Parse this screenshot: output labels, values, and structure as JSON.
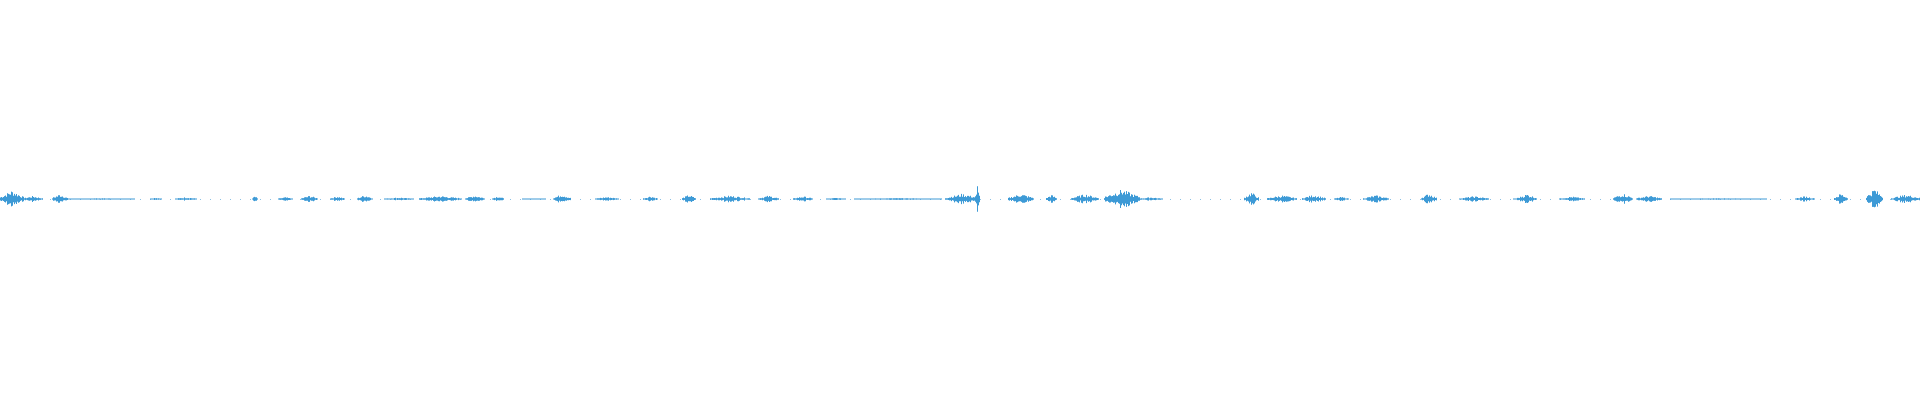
{
  "waveform": {
    "color": "#3d9ad6",
    "background": "#ffffff",
    "bursts": [
      {
        "start": 0.0,
        "end": 0.012,
        "level": 0.28
      },
      {
        "start": 0.012,
        "end": 0.022,
        "level": 0.1
      },
      {
        "start": 0.027,
        "end": 0.035,
        "level": 0.16
      },
      {
        "start": 0.035,
        "end": 0.07,
        "level": 0.025
      },
      {
        "start": 0.078,
        "end": 0.084,
        "level": 0.05
      },
      {
        "start": 0.091,
        "end": 0.102,
        "level": 0.06
      },
      {
        "start": 0.131,
        "end": 0.134,
        "level": 0.1
      },
      {
        "start": 0.145,
        "end": 0.152,
        "level": 0.06
      },
      {
        "start": 0.157,
        "end": 0.165,
        "level": 0.11
      },
      {
        "start": 0.172,
        "end": 0.179,
        "level": 0.09
      },
      {
        "start": 0.186,
        "end": 0.194,
        "level": 0.13
      },
      {
        "start": 0.2,
        "end": 0.215,
        "level": 0.05
      },
      {
        "start": 0.218,
        "end": 0.24,
        "level": 0.1
      },
      {
        "start": 0.242,
        "end": 0.252,
        "level": 0.12
      },
      {
        "start": 0.256,
        "end": 0.262,
        "level": 0.1
      },
      {
        "start": 0.272,
        "end": 0.284,
        "level": 0.02
      },
      {
        "start": 0.288,
        "end": 0.297,
        "level": 0.16
      },
      {
        "start": 0.31,
        "end": 0.322,
        "level": 0.07
      },
      {
        "start": 0.335,
        "end": 0.342,
        "level": 0.1
      },
      {
        "start": 0.355,
        "end": 0.362,
        "level": 0.14
      },
      {
        "start": 0.37,
        "end": 0.39,
        "level": 0.11
      },
      {
        "start": 0.395,
        "end": 0.405,
        "level": 0.11
      },
      {
        "start": 0.413,
        "end": 0.423,
        "level": 0.09
      },
      {
        "start": 0.43,
        "end": 0.44,
        "level": 0.04
      },
      {
        "start": 0.445,
        "end": 0.49,
        "level": 0.03
      },
      {
        "start": 0.492,
        "end": 0.51,
        "level": 0.17
      },
      {
        "start": 0.508,
        "end": 0.51,
        "level": 0.42
      },
      {
        "start": 0.525,
        "end": 0.538,
        "level": 0.17
      },
      {
        "start": 0.545,
        "end": 0.55,
        "level": 0.14
      },
      {
        "start": 0.558,
        "end": 0.572,
        "level": 0.16
      },
      {
        "start": 0.575,
        "end": 0.593,
        "level": 0.31
      },
      {
        "start": 0.593,
        "end": 0.605,
        "level": 0.06
      },
      {
        "start": 0.648,
        "end": 0.655,
        "level": 0.22
      },
      {
        "start": 0.66,
        "end": 0.675,
        "level": 0.12
      },
      {
        "start": 0.678,
        "end": 0.69,
        "level": 0.14
      },
      {
        "start": 0.695,
        "end": 0.702,
        "level": 0.07
      },
      {
        "start": 0.71,
        "end": 0.723,
        "level": 0.12
      },
      {
        "start": 0.74,
        "end": 0.748,
        "level": 0.18
      },
      {
        "start": 0.76,
        "end": 0.775,
        "level": 0.09
      },
      {
        "start": 0.788,
        "end": 0.795,
        "level": 0.04
      },
      {
        "start": 0.79,
        "end": 0.8,
        "level": 0.16
      },
      {
        "start": 0.812,
        "end": 0.825,
        "level": 0.08
      },
      {
        "start": 0.84,
        "end": 0.85,
        "level": 0.18
      },
      {
        "start": 0.852,
        "end": 0.865,
        "level": 0.11
      },
      {
        "start": 0.87,
        "end": 0.92,
        "level": 0.025
      },
      {
        "start": 0.935,
        "end": 0.945,
        "level": 0.09
      },
      {
        "start": 0.955,
        "end": 0.962,
        "level": 0.18
      },
      {
        "start": 0.972,
        "end": 0.98,
        "level": 0.34
      },
      {
        "start": 0.985,
        "end": 1.0,
        "level": 0.14
      }
    ]
  }
}
